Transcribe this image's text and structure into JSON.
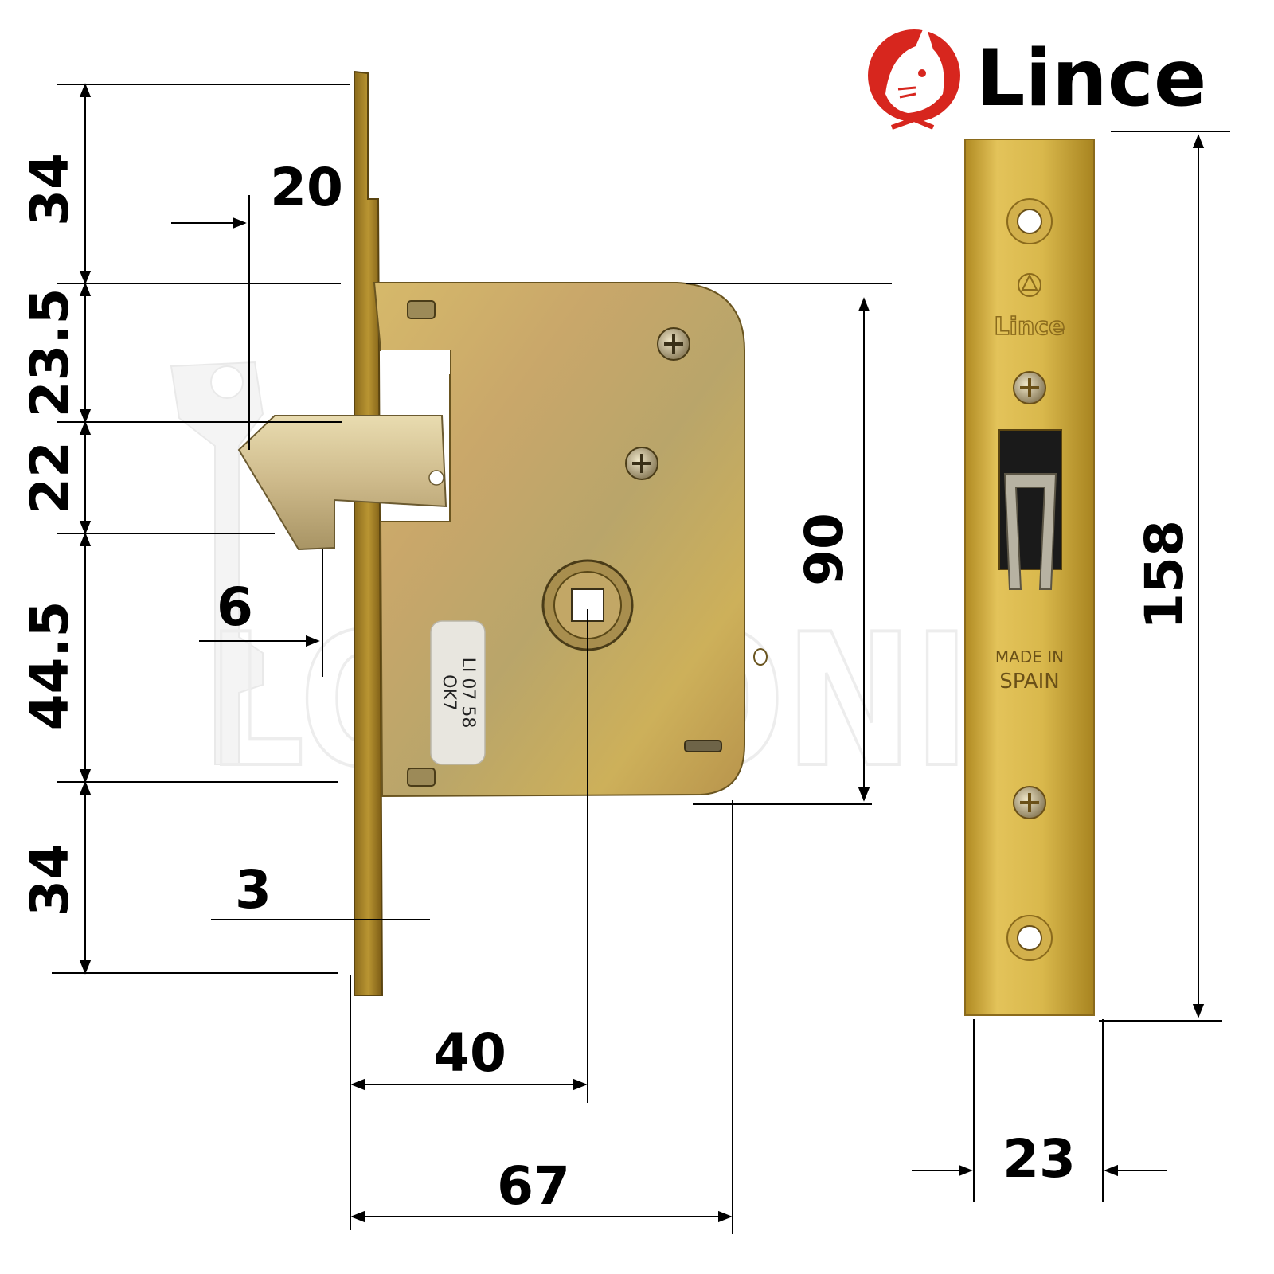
{
  "brand": {
    "name": "Lince",
    "logo_color": "#d7261e"
  },
  "faceplate": {
    "stamp_brand": "Lince",
    "stamp_origin_line1": "MADE IN",
    "stamp_origin_line2": "SPAIN"
  },
  "label_sticker": {
    "line1": "OK7",
    "line2": "LI 07 58"
  },
  "watermark": "LOCKONIC",
  "dimensions": {
    "top_margin": "34",
    "upper_gap": "23.5",
    "latch_height": "22",
    "lower_gap": "44.5",
    "bottom_margin": "34",
    "latch_throw": "20",
    "hook": "6",
    "plate_thickness": "3",
    "case_height": "90",
    "backset": "40",
    "case_depth": "67",
    "faceplate_height": "158",
    "faceplate_width": "23"
  },
  "colors": {
    "brass": "#c9a63a",
    "zinc": "#c6a85a",
    "dimension_line": "#000000"
  }
}
